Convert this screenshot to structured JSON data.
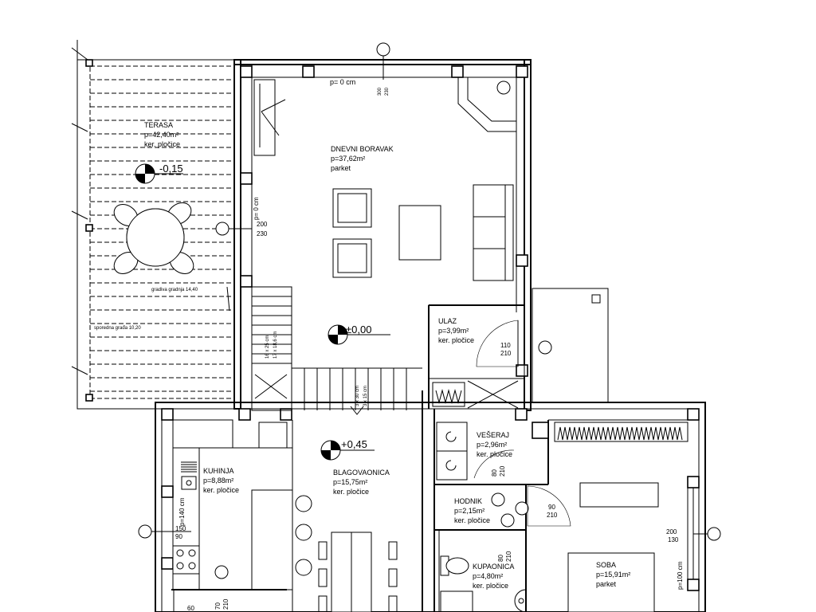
{
  "rooms": {
    "terasa": {
      "name": "TERASA",
      "area": "p=42,40m²",
      "floor": "ker. pločice"
    },
    "boravak": {
      "name": "DNEVNI BORAVAK",
      "area": "p=37,62m²",
      "floor": "parket"
    },
    "ulaz": {
      "name": "ULAZ",
      "area": "p=3,99m²",
      "floor": "ker. pločice"
    },
    "kuhinja": {
      "name": "KUHINJA",
      "area": "p=8,88m²",
      "floor": "ker. pločice"
    },
    "blagovaonica": {
      "name": "BLAGOVAONICA",
      "area": "p=15,75m²",
      "floor": "ker. pločice"
    },
    "veseraj": {
      "name": "VEŠERAJ",
      "area": "p=2,96m²",
      "floor": "ker. pločice"
    },
    "hodnik": {
      "name": "HODNIK",
      "area": "p=2,15m²",
      "floor": "ker. pločice"
    },
    "kupaonica": {
      "name": "KUPAONICA",
      "area": "p=4,80m²",
      "floor": "ker. pločice"
    },
    "soba": {
      "name": "SOBA",
      "area": "p=15,91m²",
      "floor": "parket"
    }
  },
  "levels": {
    "terasa": "-0,15",
    "boravak": "±0,00",
    "blagovaonica": "+0,45"
  },
  "dims": {
    "boravak_top_p": "p= 0 cm",
    "boravak_top_w": "300",
    "boravak_top_h": "230",
    "boravak_left_p": "p= 0 cm",
    "boravak_left_w": "200",
    "boravak_left_h": "230",
    "ulaz_w": "110",
    "ulaz_h": "210",
    "stair1_a": "16 x 25 cm",
    "stair1_b": "17 x 18,6 cm",
    "stair2_a": "3 x 30 cm",
    "stair2_b": "3 x 15 cm",
    "veseraj_w": "80",
    "veseraj_h": "210",
    "hodnik_w": "90",
    "hodnik_h": "210",
    "kupaonica_w": "80",
    "kupaonica_h": "210",
    "kuhinja_p": "p=140 cm",
    "kuhinja_w": "150",
    "kuhinja_h": "90",
    "soba_w": "200",
    "soba_h": "130",
    "soba_p": "p=100 cm",
    "bottom_w": "70",
    "bottom_h": "210",
    "bottom_60": "60",
    "terasa_note1": "gradiva gradnja 14,40",
    "terasa_note2": "sporedna građa 10,20"
  }
}
